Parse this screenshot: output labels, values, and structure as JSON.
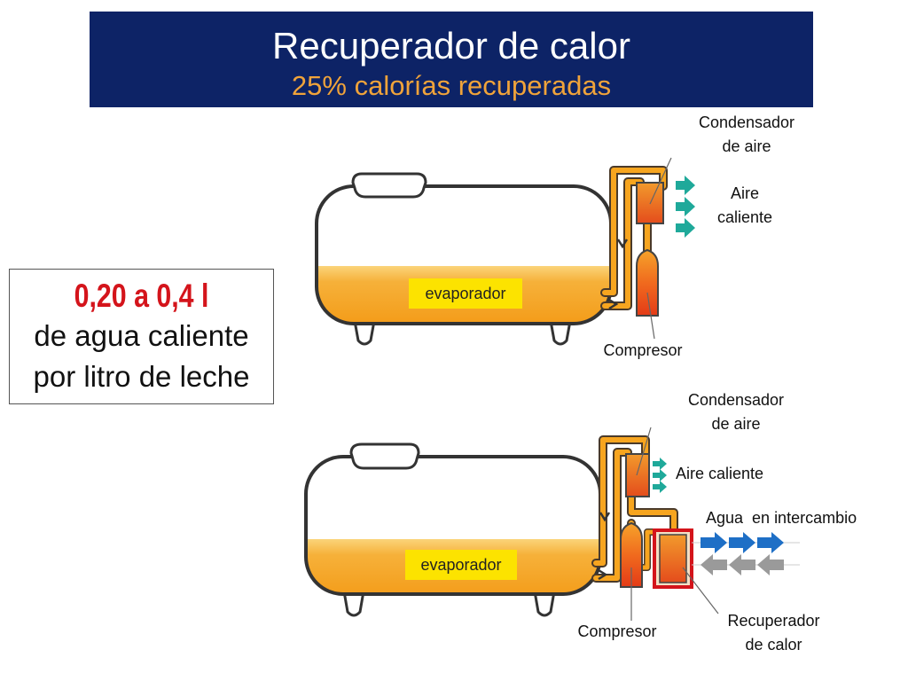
{
  "header": {
    "title": "Recuperador de calor",
    "subtitle": "25% calorías recuperadas"
  },
  "info_box": {
    "amount": "0,20 a 0,4 l",
    "line1": "de agua caliente",
    "line2": "por litro de leche"
  },
  "top_system": {
    "condenser_label": "Condensador\nde aire",
    "hot_air_label": "Aire\ncaliente",
    "evaporator_label": "evaporador",
    "compressor_label": "Compresor"
  },
  "bottom_system": {
    "condenser_label": "Condensador\nde aire",
    "hot_air_label": "Aire caliente",
    "water_label": "Agua  en intercambio",
    "evaporator_label": "evaporador",
    "compressor_label": "Compresor",
    "recovery_label": "Recuperador\nde calor"
  },
  "colors": {
    "header_bg": "#0d2366",
    "subtitle": "#f0a33a",
    "amount": "#d4141b",
    "milk": "#f5a623",
    "pipe": "#f7a51f",
    "component": "#e8551c",
    "air_arrow": "#1fa99a",
    "water_in_arrow": "#1e6fc6",
    "water_out_arrow": "#9a9a9a",
    "evaporator_tag": "#fce300"
  }
}
